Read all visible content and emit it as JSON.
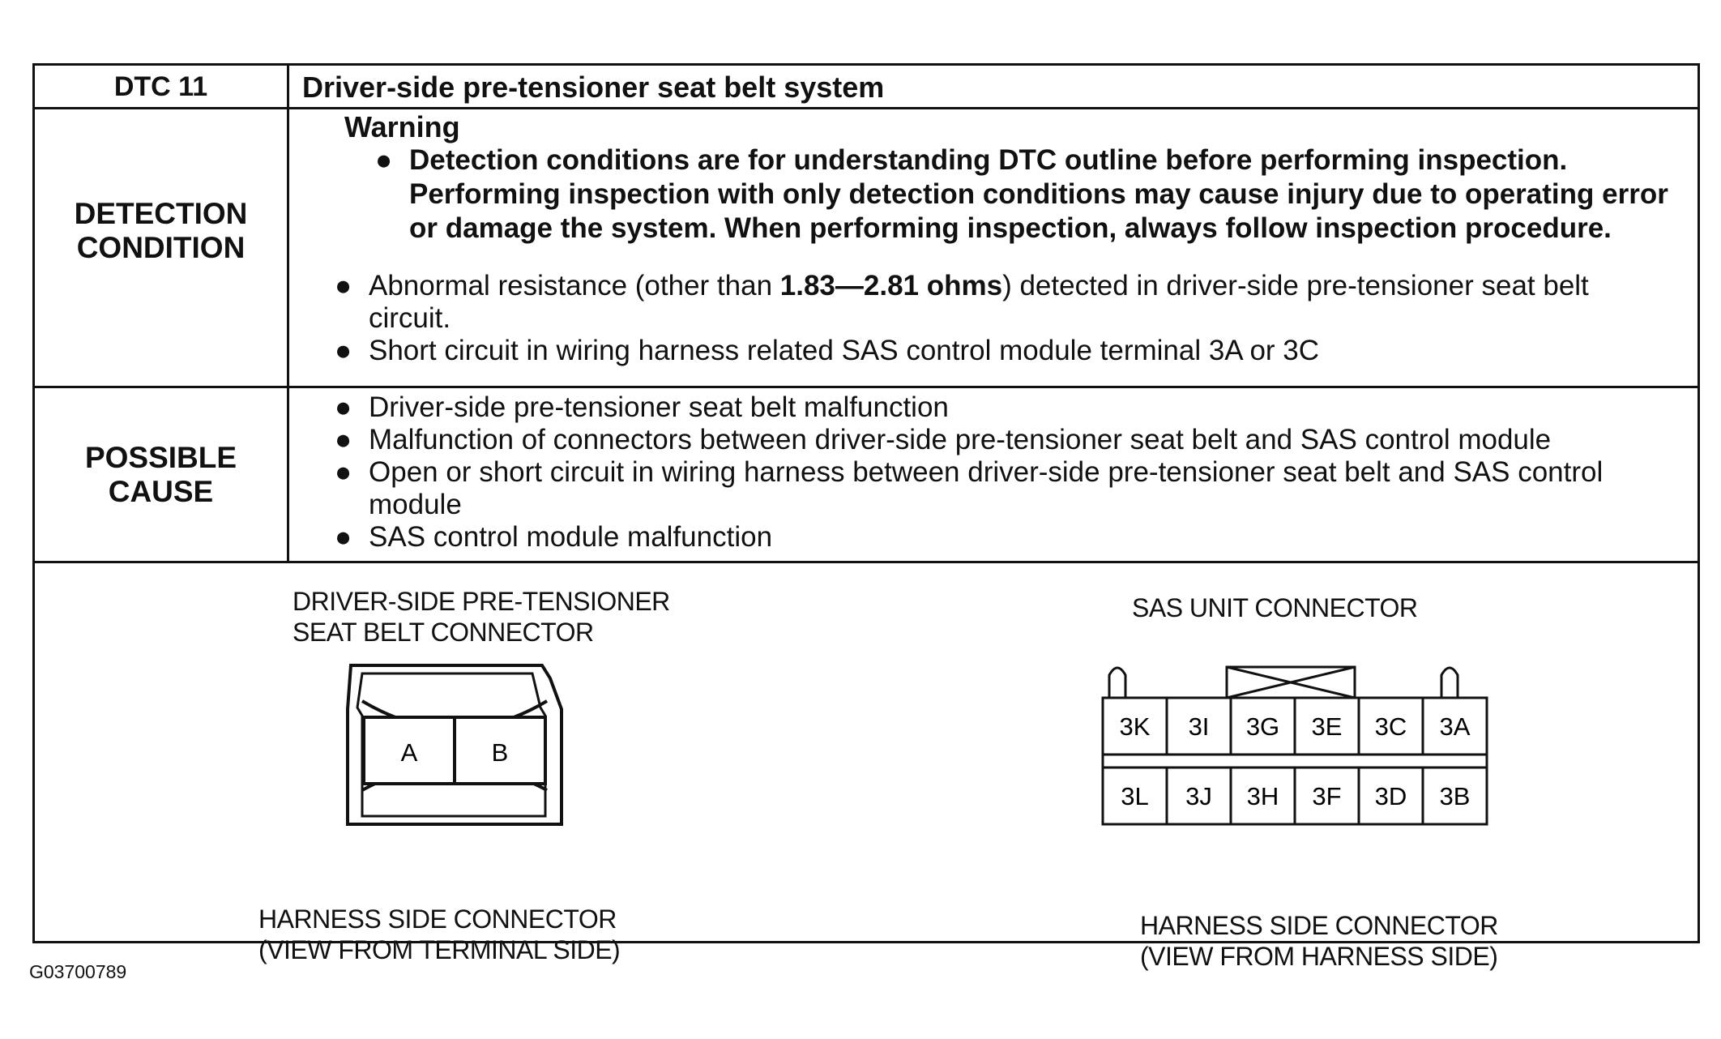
{
  "header": {
    "code": "DTC 11",
    "title": "Driver-side pre-tensioner seat belt system"
  },
  "detection": {
    "label_lines": [
      "DETECTION",
      "CONDITION"
    ],
    "warning_title": "Warning",
    "warning_text_lines": [
      "Detection conditions are for understanding DTC outline before performing inspection.",
      "Performing inspection with only detection conditions may cause injury due to operating error",
      "or damage the system. When performing inspection, always follow inspection procedure."
    ],
    "item1_pre": "Abnormal resistance (other than ",
    "item1_bold": "1.83—2.81 ohms",
    "item1_post": ") detected in driver-side pre-tensioner seat belt",
    "item1_cont": "circuit.",
    "item2": "Short circuit in wiring harness related SAS control module terminal 3A or 3C"
  },
  "possible_cause": {
    "label_lines": [
      "POSSIBLE",
      "CAUSE"
    ],
    "items": [
      {
        "lines": [
          "Driver-side pre-tensioner seat belt malfunction"
        ]
      },
      {
        "lines": [
          "Malfunction of connectors between driver-side pre-tensioner seat belt and SAS control module"
        ]
      },
      {
        "lines": [
          "Open or short circuit in wiring harness between driver-side pre-tensioner seat belt and SAS control",
          "module"
        ]
      },
      {
        "lines": [
          "SAS control module malfunction"
        ]
      }
    ]
  },
  "left_connector": {
    "title_lines": [
      "DRIVER-SIDE PRE-TENSIONER",
      "SEAT BELT CONNECTOR"
    ],
    "pins": [
      "A",
      "B"
    ],
    "caption_lines": [
      "HARNESS SIDE CONNECTOR",
      "(VIEW FROM TERMINAL SIDE)"
    ]
  },
  "right_connector": {
    "title": "SAS UNIT CONNECTOR",
    "top_pins": [
      "3K",
      "3I",
      "3G",
      "3E",
      "3C",
      "3A"
    ],
    "bottom_pins": [
      "3L",
      "3J",
      "3H",
      "3F",
      "3D",
      "3B"
    ],
    "caption_lines": [
      "HARNESS SIDE CONNECTOR",
      "(VIEW FROM HARNESS SIDE)"
    ]
  },
  "figure_id": "G03700789"
}
